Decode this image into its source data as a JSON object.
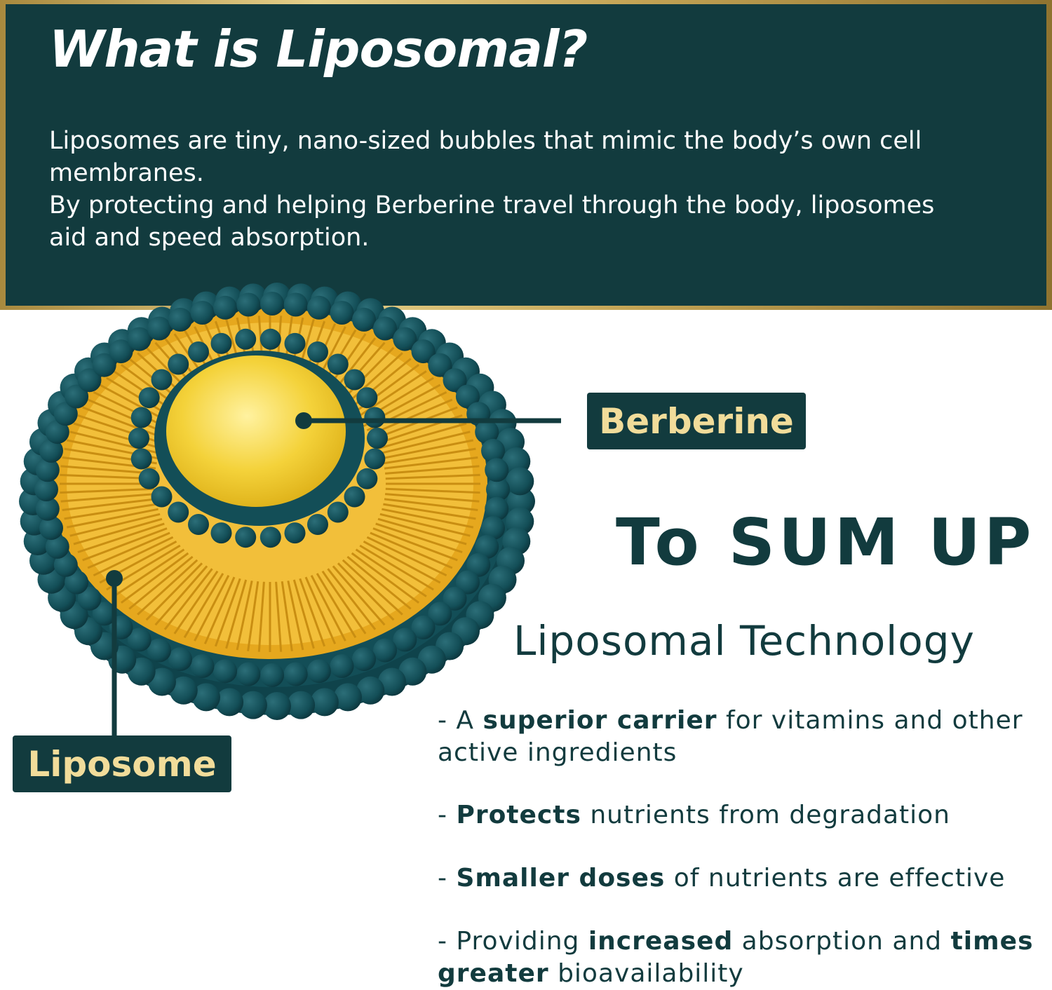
{
  "header": {
    "title": "What is Liposomal?",
    "body_line1": "Liposomes are tiny, nano-sized bubbles that mimic the body’s own cell membranes.",
    "body_line2": "By protecting and helping Berberine travel through the body, liposomes aid and speed absorption."
  },
  "labels": {
    "berberine": "Berberine",
    "liposome": "Liposome"
  },
  "summary": {
    "title": "To SUM UP",
    "subtitle": "Liposomal Technology",
    "bullets": [
      {
        "pre": "- A ",
        "bold": "superior carrier",
        "post": " for vitamins and other active ingredients"
      },
      {
        "pre": "- ",
        "bold": "Protects",
        "post": " nutrients from degradation"
      },
      {
        "pre": "- ",
        "bold": "Smaller doses",
        "post": " of nutrients are effective"
      },
      {
        "pre": "- Providing ",
        "bold": "increased",
        "mid": " absorption and ",
        "bold2": "times greater",
        "post": " bioavailability"
      }
    ]
  },
  "colors": {
    "dark_teal": "#123b3e",
    "gold_text": "#f1dc9a",
    "lipid_tail": "#e6a81e",
    "head_bead": "#134e57",
    "core": "#f4d23a"
  },
  "icons": {
    "illustration": "liposome-cross-section"
  }
}
